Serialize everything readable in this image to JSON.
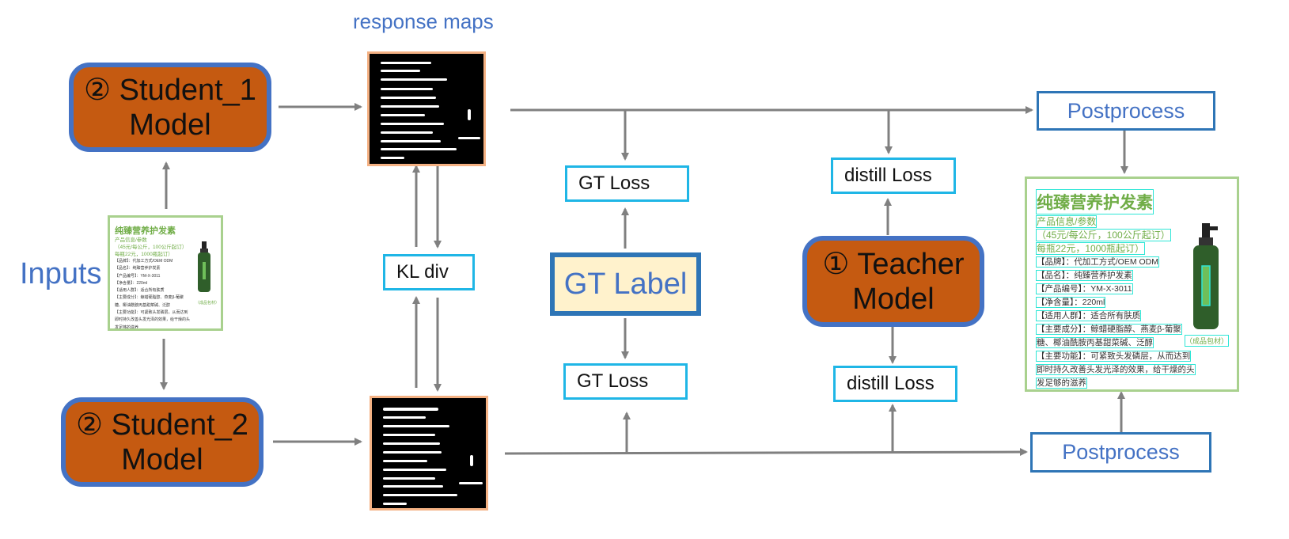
{
  "response_maps_label": "response maps",
  "inputs_label": "Inputs",
  "student1": {
    "line1": "② Student_1",
    "line2": "Model"
  },
  "student2": {
    "line1": "② Student_2",
    "line2": "Model"
  },
  "teacher": {
    "line1": "① Teacher",
    "line2": "Model"
  },
  "kl_div": "KL div",
  "gt_label": "GT Label",
  "gt_loss": "GT Loss",
  "distill_loss": "distill Loss",
  "postprocess": "Postprocess",
  "document": {
    "title": "纯臻营养护发素",
    "subtitle": "产品信息/参数",
    "price1": "（45元/每公斤，100公斤起订）",
    "price2": "每瓶22元，1000瓶起订）",
    "lines": [
      "【品牌】：代加工方式/OEM ODM",
      "【品名】：纯臻营养护发素",
      "【产品编号】：YM-X-3011",
      "【净含量】：220ml",
      "【适用人群】：适合所有肤质",
      "【主要成分】：鲸蜡硬脂醇、燕麦β-葡聚",
      "糖、椰油酰胺丙基甜菜碱、泛醇",
      "【主要功能】：可紧致头发磷层，从而达到",
      "即时持久改善头发光泽的效果，给干燥的头",
      "发足够的滋养"
    ],
    "badge": "（成品包材）"
  },
  "colors": {
    "model_fill": "#C55A11",
    "model_border": "#4472C4",
    "loss_border": "#1FB6E6",
    "label_blue": "#4472C4",
    "gt_label_fill": "#FFF2CC",
    "arrow": "#808080",
    "doc_green": "#70AD47"
  }
}
